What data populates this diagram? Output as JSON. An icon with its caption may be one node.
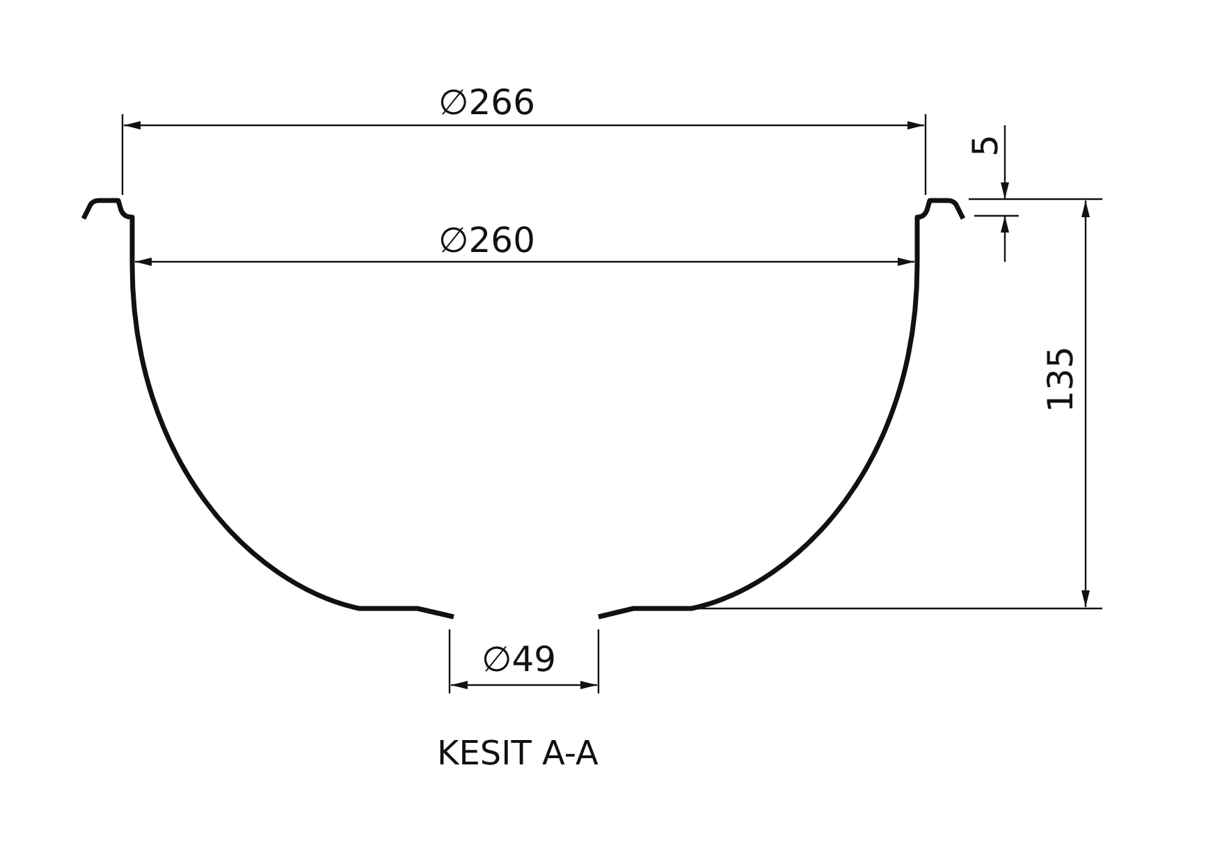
{
  "diagram": {
    "caption": "KESIT A-A",
    "labels": [
      "∅266",
      "5",
      "∅260",
      "135",
      "∅49"
    ]
  }
}
